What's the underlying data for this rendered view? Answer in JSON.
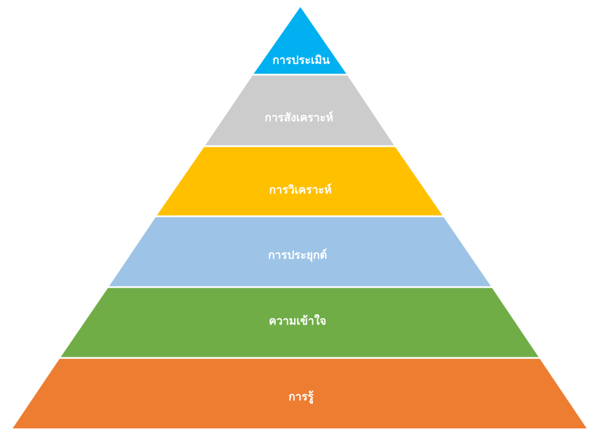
{
  "pyramid": {
    "tiers": [
      {
        "label": "การประเมิน",
        "color": "#00B0F0"
      },
      {
        "label": "การสังเคราะห์",
        "color": "#CDCCCD"
      },
      {
        "label": "การวิเคราะห์",
        "color": "#FFC000"
      },
      {
        "label": "การประยุกต์",
        "color": "#9DC3E6"
      },
      {
        "label": "ความเข้าใจ",
        "color": "#70AD47"
      },
      {
        "label": "การรู้",
        "color": "#ED7D31"
      }
    ],
    "separator_color": "#ffffff"
  }
}
